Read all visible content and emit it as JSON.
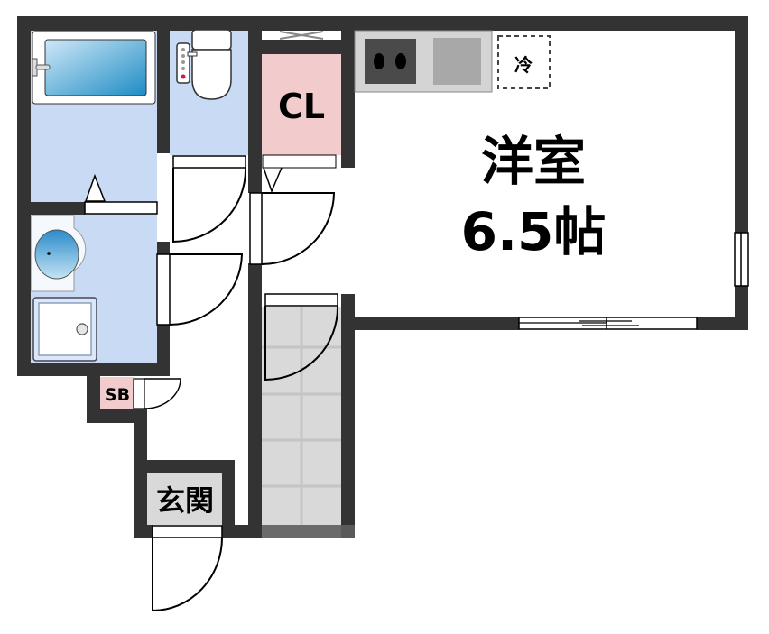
{
  "floorplan": {
    "rooms": {
      "western_room": {
        "name": "洋室",
        "size": "6.5帖"
      },
      "closet": {
        "label": "CL"
      },
      "shoe_box": {
        "label": "SB"
      },
      "entrance": {
        "label": "玄関"
      },
      "refrigerator": {
        "label": "冷"
      }
    },
    "colors": {
      "wall": "#333333",
      "wet_area": "#c9daf5",
      "closet": "#f2cccc",
      "entrance_floor": "#d9d9d9",
      "tub_water": "#3a9fd0",
      "kitchen_counter": "#d4d4d4",
      "stove": "#4a4a4a",
      "sink": "#a8a8a8"
    }
  }
}
